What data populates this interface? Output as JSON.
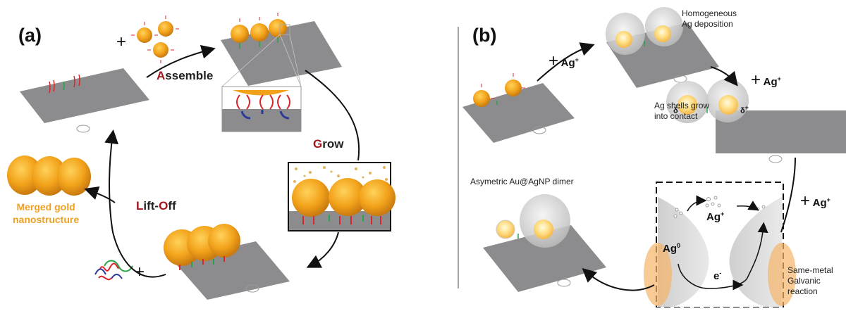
{
  "panels": {
    "a": "(a)",
    "b": "(b)"
  },
  "panel_a": {
    "assemble": {
      "highlight": "A",
      "rest": "ssemble"
    },
    "grow": {
      "highlight": "G",
      "rest": "row"
    },
    "lift_off": {
      "highlight1": "L",
      "middle": "ift-",
      "highlight2": "O",
      "rest": "ff"
    },
    "merged_label": "Merged gold\nnanostructure",
    "plus_1": "+",
    "plus_2": "+"
  },
  "panel_b": {
    "ion_1": "Ag",
    "ion_1_sup": "+",
    "ion_2": "Ag",
    "ion_2_sup": "+",
    "ion_3": "Ag",
    "ion_3_sup": "+",
    "ion_4": "Ag",
    "ion_4_sup": "+",
    "ag0": "Ag",
    "ag0_sup": "0",
    "electron": "e",
    "electron_sup": "-",
    "plus_sign": "+",
    "homogeneous": "Homogeneous\nAg deposition",
    "shells": "Ag shells grow\ninto contact",
    "delta_minus": "δ",
    "delta_minus_sup": "-",
    "delta_plus": "δ",
    "delta_plus_sup": "+",
    "dimer": "Asymetric Au@AgNP dimer",
    "galvanic": "Same-metal\nGalvanic\nreaction"
  },
  "colors": {
    "gold": "#f2a21a",
    "gold_dark": "#c87a10",
    "substrate": "#8c8b8d",
    "dna_red": "#d9262b",
    "dna_green": "#2aa34a",
    "dna_blue": "#2b3a9a",
    "highlight_red": "#a1151c",
    "merged_text": "#f0a020"
  }
}
